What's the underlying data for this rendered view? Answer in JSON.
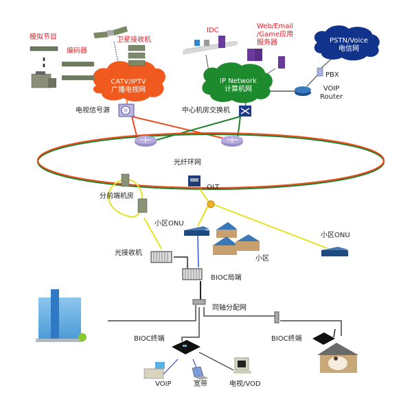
{
  "diagram": {
    "top_left": {
      "analog_program": "模拟节目",
      "encoder": "编码器",
      "satellite_receiver": "卫星接收机"
    },
    "clouds": {
      "catv": {
        "line1": "CATV/IPTV",
        "line2": "广播电视网",
        "color": "#f05a1e"
      },
      "ip": {
        "line1": "IP Network",
        "line2": "计算机网",
        "color": "#1e8a2e"
      },
      "pstn": {
        "line1": "PSTN/Voice",
        "line2": "电信网",
        "color": "#12338c"
      }
    },
    "top_right": {
      "idc": "IDC",
      "servers_line1": "Web/Email",
      "servers_line2": "/Game应用",
      "servers_line3": "服务器",
      "pbx": "PBX",
      "voip_router_line1": "VOIP",
      "voip_router_line2": "Router"
    },
    "core": {
      "tv_signal_source": "电视信号源",
      "central_switch": "中心机房交换机",
      "fiber_ring": "光纤环网",
      "olt": "OLT",
      "sub_headend": "分前端机房"
    },
    "access": {
      "community_onu_left": "小区ONU",
      "community_onu_right": "小区ONU",
      "community": "小区",
      "optical_receiver": "光接收机",
      "bioc_headend": "BIOC局端",
      "coax_network": "同轴分配网",
      "bioc_terminal_left": "BIOC终端",
      "bioc_terminal_right": "BIOC终端"
    },
    "endpoints": {
      "voip": "VOIP",
      "broadband": "宽带",
      "tv_vod": "电视/VOD"
    },
    "colors": {
      "ring_red": "#f04818",
      "ring_green": "#1a7f2a",
      "fiber_yellow": "#e8e020",
      "label_red": "#e0202a"
    }
  }
}
